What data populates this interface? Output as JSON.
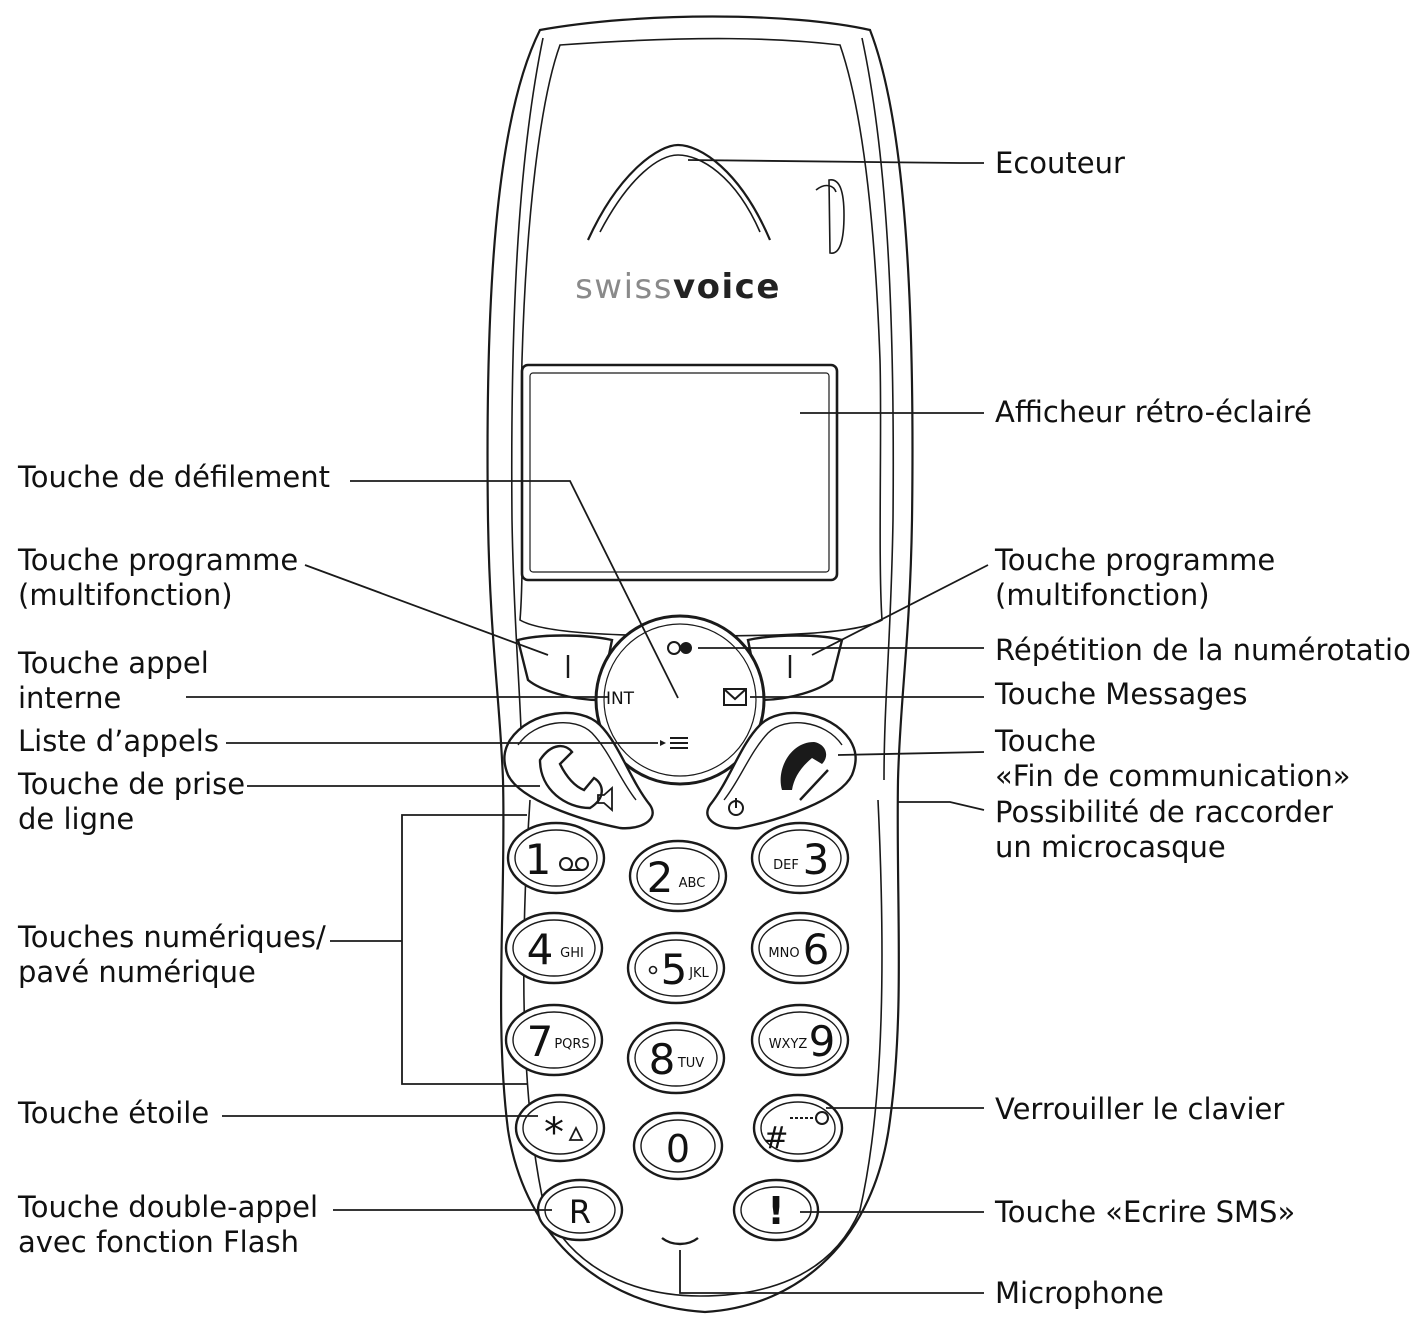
{
  "brand": {
    "prefix": "swiss",
    "suffix": "voice"
  },
  "labels": {
    "ecouteur": "Ecouteur",
    "afficheur": "Afficheur rétro-éclairé",
    "defilement": "Touche de défilement",
    "programme_left": [
      "Touche programme",
      "(multifonction)"
    ],
    "programme_right": [
      "Touche programme",
      "(multifonction)"
    ],
    "repetition": "Répétition de la numérotation",
    "appel_interne": [
      "Touche appel",
      "interne"
    ],
    "messages": "Touche Messages",
    "liste_appels": "Liste d’appels",
    "fin_communication": [
      "Touche",
      "«Fin de communication»"
    ],
    "prise_ligne": [
      "Touche de prise",
      "de ligne"
    ],
    "microcasque": [
      "Possibilité de raccorder",
      "un microcasque"
    ],
    "touches_numeriques": [
      "Touches numériques/",
      "pavé numérique"
    ],
    "etoile": "Touche étoile",
    "verrouiller": "Verrouiller le clavier",
    "double_appel": [
      "Touche double-appel",
      "avec fonction Flash"
    ],
    "ecrire_sms": "Touche «Ecrire SMS»",
    "microphone": "Microphone"
  },
  "keys": {
    "nav_int": "INT",
    "k1": {
      "digit": "1",
      "letters": ""
    },
    "k2": {
      "digit": "2",
      "letters": "ABC"
    },
    "k3": {
      "digit": "3",
      "letters": "DEF"
    },
    "k4": {
      "digit": "4",
      "letters": "GHI"
    },
    "k5": {
      "digit": "5",
      "letters": "JKL"
    },
    "k6": {
      "digit": "6",
      "letters": "MNO"
    },
    "k7": {
      "digit": "7",
      "letters": "PQRS"
    },
    "k8": {
      "digit": "8",
      "letters": "TUV"
    },
    "k9": {
      "digit": "9",
      "letters": "WXYZ"
    },
    "k0": {
      "digit": "0"
    },
    "star": "*",
    "hash": "#",
    "r": "R",
    "sms": "!"
  }
}
